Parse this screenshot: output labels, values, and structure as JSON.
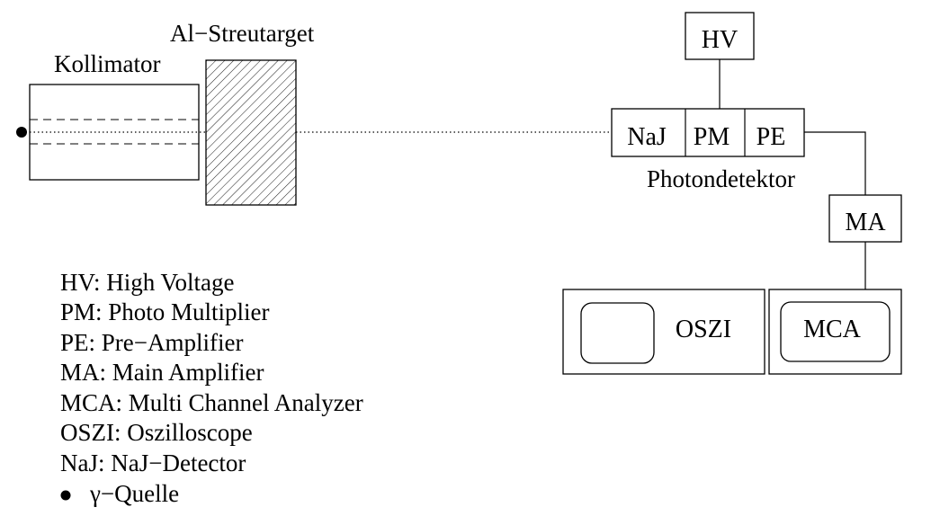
{
  "labels": {
    "target": "Al−Streutarget",
    "collimator": "Kollimator",
    "hv": "HV",
    "naj": "NaJ",
    "pm": "PM",
    "pe": "PE",
    "detector": "Photondetektor",
    "ma": "MA",
    "oszi": "OSZI",
    "mca": "MCA"
  },
  "legend": [
    {
      "abbr": "HV",
      "text": "HV: High Voltage"
    },
    {
      "abbr": "PM",
      "text": "PM: Photo Multiplier"
    },
    {
      "abbr": "PE",
      "text": "PE: Pre−Amplifier"
    },
    {
      "abbr": "MA",
      "text": "MA: Main Amplifier"
    },
    {
      "abbr": "MCA",
      "text": "MCA: Multi Channel Analyzer"
    },
    {
      "abbr": "OSZI",
      "text": "OSZI: Oszilloscope"
    },
    {
      "abbr": "NaJ",
      "text": "NaJ: NaJ−Detector"
    }
  ],
  "source_legend": "γ−Quelle"
}
